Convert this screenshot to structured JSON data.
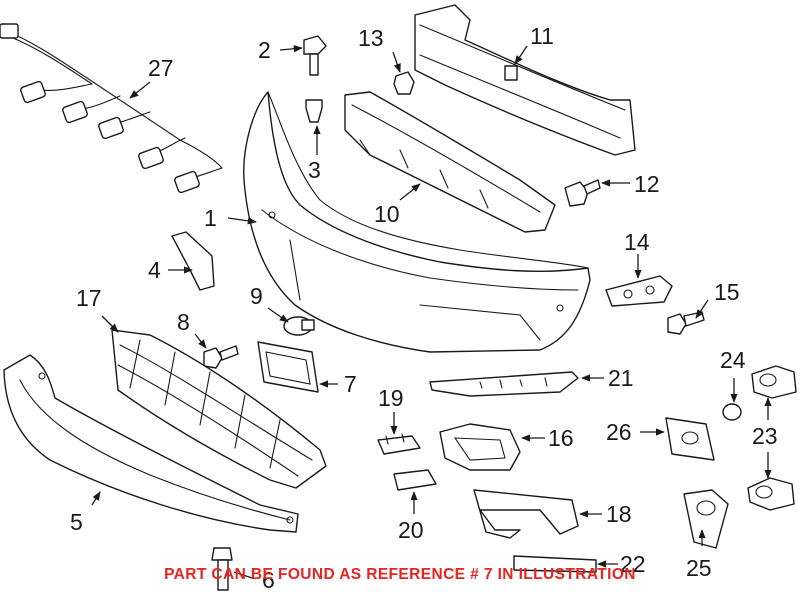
{
  "diagram": {
    "callouts": [
      {
        "id": "c1",
        "label": "1"
      },
      {
        "id": "c2",
        "label": "2"
      },
      {
        "id": "c3",
        "label": "3"
      },
      {
        "id": "c4",
        "label": "4"
      },
      {
        "id": "c5",
        "label": "5"
      },
      {
        "id": "c6",
        "label": "6"
      },
      {
        "id": "c7",
        "label": "7"
      },
      {
        "id": "c8",
        "label": "8"
      },
      {
        "id": "c9",
        "label": "9"
      },
      {
        "id": "c10",
        "label": "10"
      },
      {
        "id": "c11",
        "label": "11"
      },
      {
        "id": "c12",
        "label": "12"
      },
      {
        "id": "c13",
        "label": "13"
      },
      {
        "id": "c14",
        "label": "14"
      },
      {
        "id": "c15",
        "label": "15"
      },
      {
        "id": "c16",
        "label": "16"
      },
      {
        "id": "c17",
        "label": "17"
      },
      {
        "id": "c18",
        "label": "18"
      },
      {
        "id": "c19",
        "label": "19"
      },
      {
        "id": "c20",
        "label": "20"
      },
      {
        "id": "c21",
        "label": "21"
      },
      {
        "id": "c22",
        "label": "22"
      },
      {
        "id": "c23",
        "label": "23"
      },
      {
        "id": "c24",
        "label": "24"
      },
      {
        "id": "c25",
        "label": "25"
      },
      {
        "id": "c26",
        "label": "26"
      },
      {
        "id": "c27",
        "label": "27"
      }
    ],
    "note": "PART CAN BE FOUND AS REFERENCE # 7 IN ILLUSTRATION",
    "note_color": "#e8241f",
    "line_color": "#1a1a1a"
  }
}
